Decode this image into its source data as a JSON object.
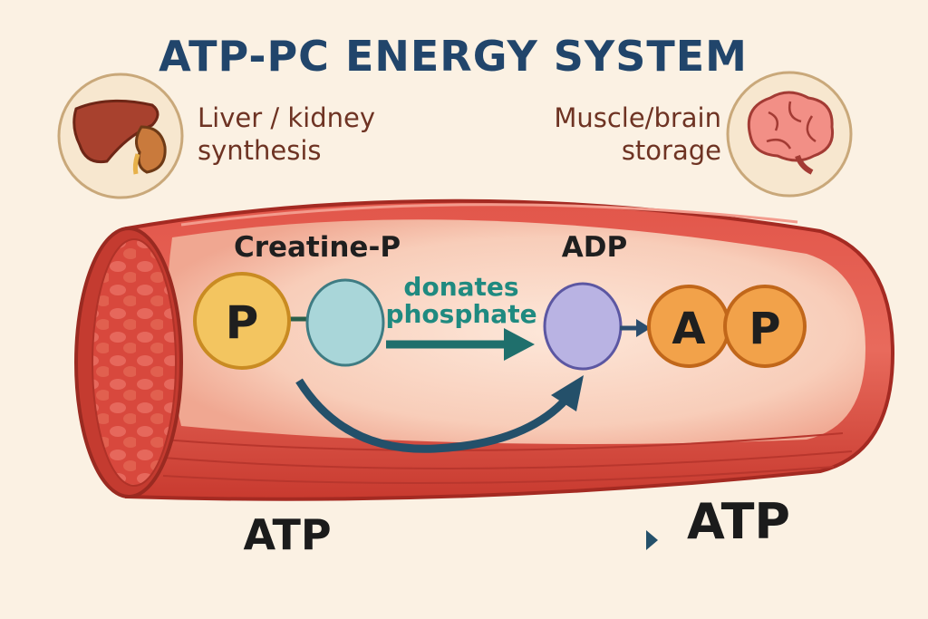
{
  "title": "ATP-PC ENERGY SYSTEM",
  "sources": {
    "left": {
      "line1": "Liver / kidney",
      "line2": "synthesis",
      "icon": "liver-kidney-icon"
    },
    "right": {
      "line1": "Muscle/brain",
      "line2": "storage",
      "icon": "brain-icon"
    }
  },
  "molecules": {
    "creatine_label": "Creatine-P",
    "phosphate_symbol": "P",
    "adp_label": "ADP",
    "atp_a": "A",
    "atp_p": "P"
  },
  "process": {
    "line1": "donates",
    "line2": "phosphate"
  },
  "outputs": {
    "left_atp": "ATP",
    "right_atp": "ATP"
  },
  "colors": {
    "title": "#21456b",
    "muscle": "#d9483b",
    "phosphate": "#f3c560",
    "creatine": "#a9d6d9",
    "adp": "#b9b3e3",
    "atp": "#f2a24a",
    "arrow": "#1f6f6c",
    "curve_arrow": "#24506a"
  }
}
